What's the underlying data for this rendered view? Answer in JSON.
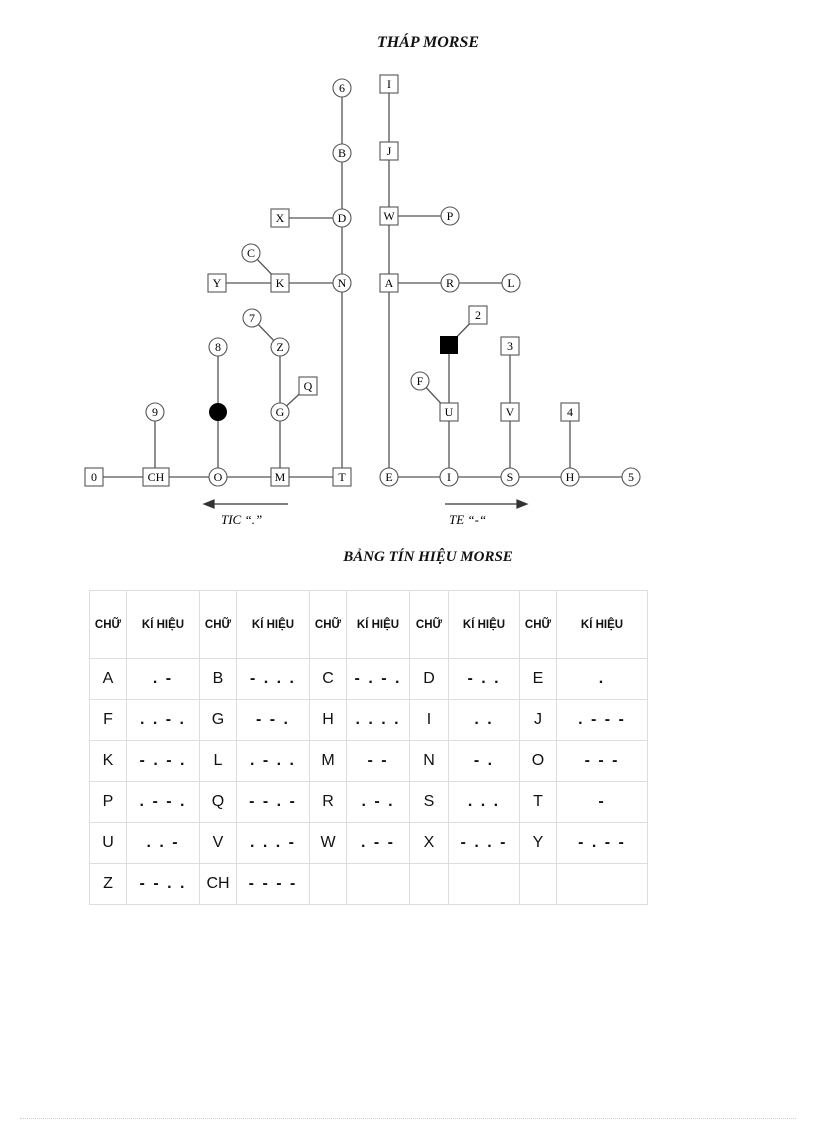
{
  "tower": {
    "title": "THÁP MORSE",
    "left_arrow_label": "TIC “.”",
    "right_arrow_label": "TE “-“",
    "node_labels": {
      "n6": "6",
      "nB": "B",
      "nX": "X",
      "nD": "D",
      "nC": "C",
      "nY": "Y",
      "nK": "K",
      "nN": "N",
      "n7": "7",
      "nZ": "Z",
      "n8": "8",
      "nQ": "Q",
      "nG": "G",
      "n9": "9",
      "n0": "0",
      "nCH": "CH",
      "nO": "O",
      "nM": "M",
      "nT": "T",
      "nI1": "I",
      "nJ": "J",
      "nW": "W",
      "nP": "P",
      "nA": "A",
      "nR": "R",
      "nL": "L",
      "n2": "2",
      "nF": "F",
      "nU": "U",
      "n3": "3",
      "nV": "V",
      "n4": "4",
      "nE": "E",
      "nI2": "I",
      "nS": "S",
      "nH": "H",
      "n5": "5"
    }
  },
  "table": {
    "title": "BẢNG TÍN HIỆU MORSE",
    "header": {
      "letter": "CHỮ",
      "symbol": "KÍ HIỆU"
    },
    "rows": [
      [
        [
          "A",
          ". -"
        ],
        [
          "B",
          "- . . ."
        ],
        [
          "C",
          "- . - ."
        ],
        [
          "D",
          "- . ."
        ],
        [
          "E",
          "."
        ]
      ],
      [
        [
          "F",
          ". . - ."
        ],
        [
          "G",
          "- - ."
        ],
        [
          "H",
          ". . . ."
        ],
        [
          "I",
          ". ."
        ],
        [
          "J",
          ". - - -"
        ]
      ],
      [
        [
          "K",
          "- . - ."
        ],
        [
          "L",
          ". - . ."
        ],
        [
          "M",
          "- -"
        ],
        [
          "N",
          "- ."
        ],
        [
          "O",
          "- - -"
        ]
      ],
      [
        [
          "P",
          ". - - ."
        ],
        [
          "Q",
          "- - . -"
        ],
        [
          "R",
          ". - ."
        ],
        [
          "S",
          ". . ."
        ],
        [
          "T",
          "-"
        ]
      ],
      [
        [
          "U",
          ". . -"
        ],
        [
          "V",
          ". . . -"
        ],
        [
          "W",
          ". - -"
        ],
        [
          "X",
          "- . . -"
        ],
        [
          "Y",
          "- . - -"
        ]
      ],
      [
        [
          "Z",
          "- - . ."
        ],
        [
          "CH",
          "- - - -"
        ],
        [
          "",
          ""
        ],
        [
          "",
          ""
        ],
        [
          "",
          ""
        ]
      ]
    ]
  }
}
